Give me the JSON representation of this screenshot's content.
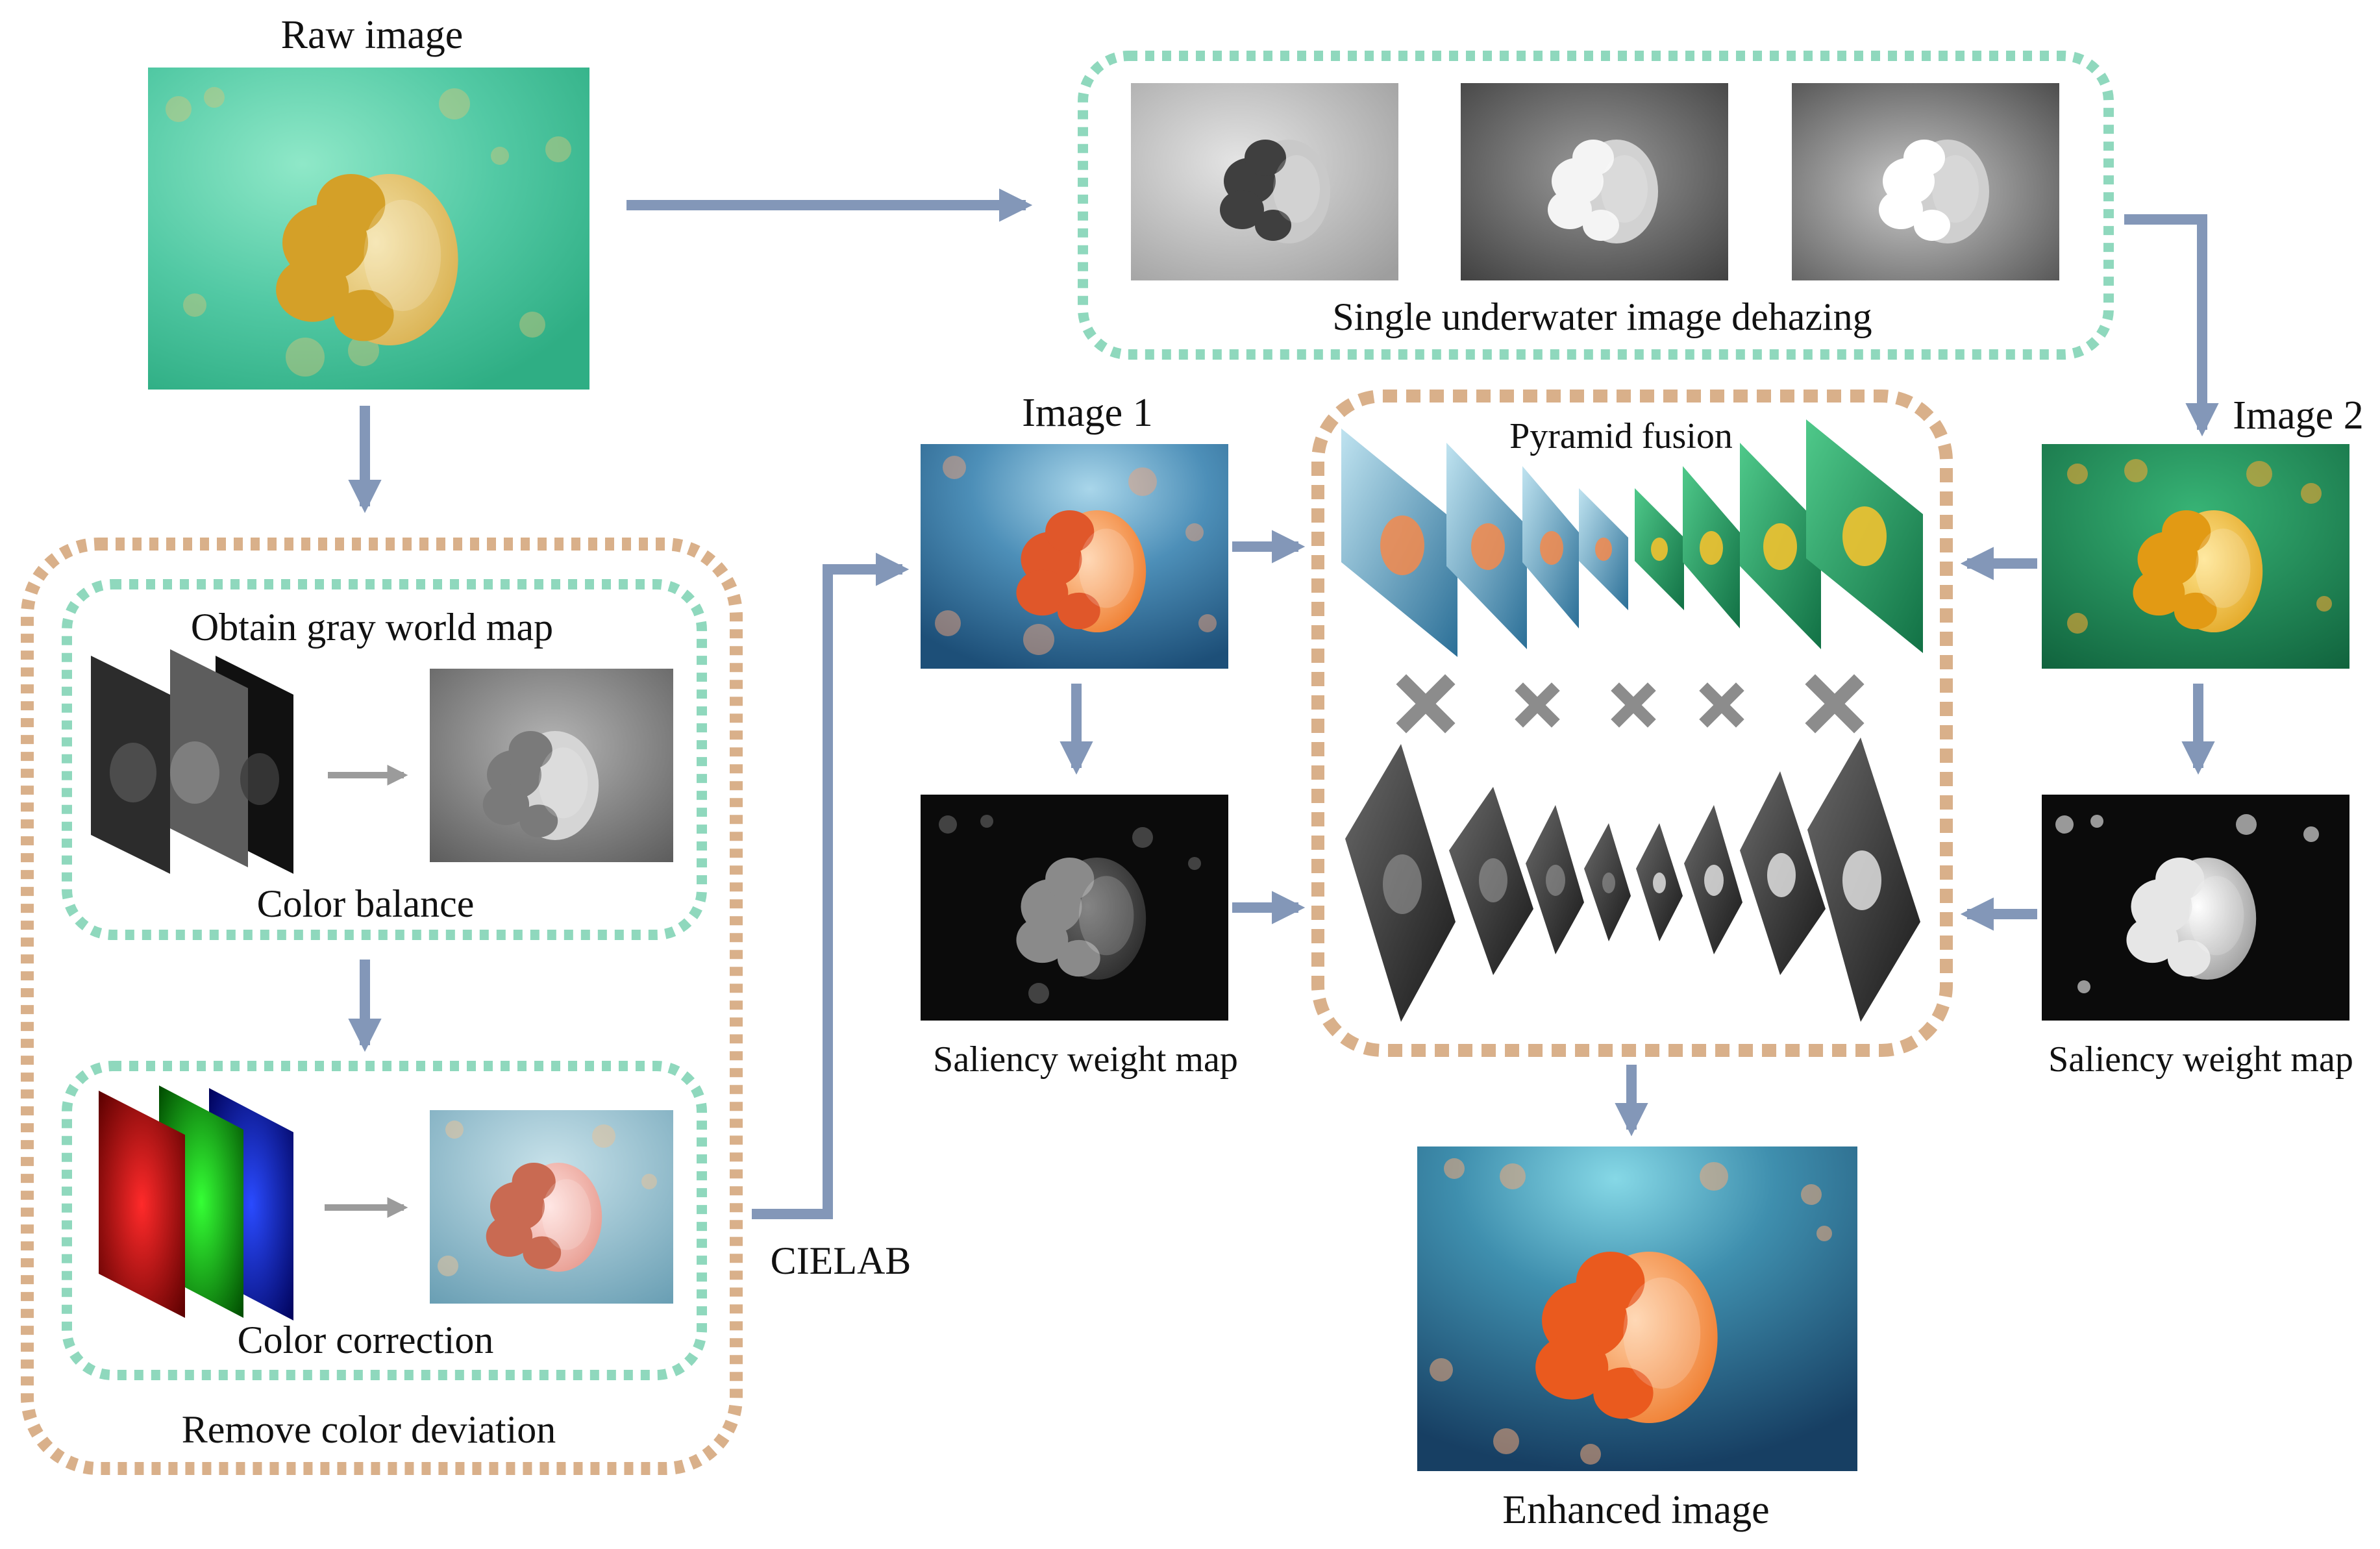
{
  "labels": {
    "raw_image": "Raw image",
    "dehazing": "Single underwater image dehazing",
    "image1": "Image 1",
    "image2": "Image 2",
    "pyramid_fusion": "Pyramid fusion",
    "gray_world": "Obtain gray world map",
    "color_balance": "Color balance",
    "color_correction": "Color correction",
    "remove_deviation": "Remove color deviation",
    "cielab": "CIELAB",
    "saliency1": "Saliency weight map",
    "saliency2": "Saliency weight map",
    "enhanced": "Enhanced image"
  },
  "colors": {
    "arrow": "#8397b8",
    "gray_arrow": "#9b9b9b",
    "orange_dash": "#d9b08a",
    "green_dash": "#8fd8bd",
    "raw_water": "#52c9a4",
    "blue_water": "#2c6f97",
    "green_water": "#1f8a58",
    "jelly_yellow": "#e1b048",
    "jelly_orange": "#ef7b2c",
    "cross": "#8c8c8c"
  },
  "icons": {
    "fusion_cross": "multiply-icon"
  }
}
